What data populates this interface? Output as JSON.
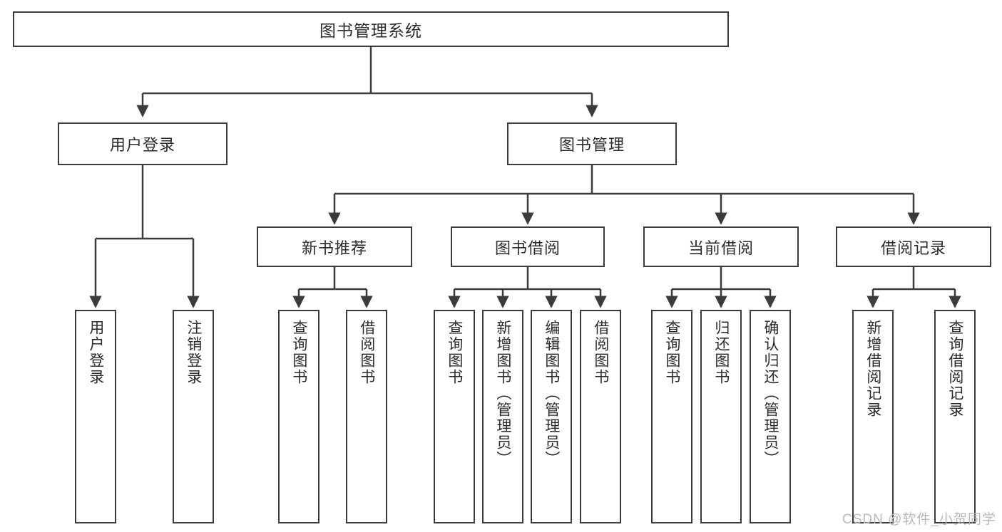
{
  "diagram": {
    "title": "图书管理系统",
    "watermark": "CSDN @软件_小贺同学",
    "colors": {
      "border": "#3b3b3b",
      "fill": "#ffffff",
      "text": "#2b2b2b",
      "watermark": "#b9b9b9"
    },
    "root": {
      "label": "图书管理系统"
    },
    "level2": [
      {
        "label": "用户登录"
      },
      {
        "label": "图书管理"
      }
    ],
    "level3": [
      {
        "label": "新书推荐"
      },
      {
        "label": "图书借阅"
      },
      {
        "label": "当前借阅"
      },
      {
        "label": "借阅记录"
      }
    ],
    "leaves": {
      "user_login": [
        {
          "label": "用户登录"
        },
        {
          "label": "注销登录"
        }
      ],
      "new_book": [
        {
          "label": "查询图书"
        },
        {
          "label": "借阅图书"
        }
      ],
      "book_borrow": [
        {
          "label": "查询图书"
        },
        {
          "label": "新增图书（管理员）"
        },
        {
          "label": "编辑图书（管理员）"
        },
        {
          "label": "借阅图书"
        }
      ],
      "current_borrow": [
        {
          "label": "查询图书"
        },
        {
          "label": "归还图书"
        },
        {
          "label": "确认归还（管理员）"
        }
      ],
      "borrow_record": [
        {
          "label": "新增借阅记录"
        },
        {
          "label": "查询借阅记录"
        }
      ]
    }
  }
}
